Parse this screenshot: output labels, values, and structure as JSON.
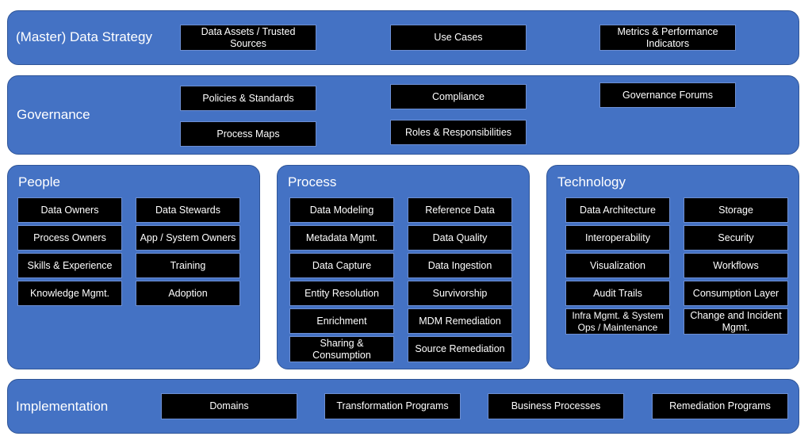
{
  "strategy": {
    "title": "(Master) Data Strategy",
    "items": [
      "Data Assets / Trusted Sources",
      "Use Cases",
      "Metrics & Performance Indicators"
    ]
  },
  "governance": {
    "title": "Governance",
    "items": [
      "Policies & Standards",
      "Process Maps",
      "Compliance",
      "Roles & Responsibilities",
      "Governance Forums"
    ]
  },
  "people": {
    "title": "People",
    "items": [
      "Data Owners",
      "Data Stewards",
      "Process Owners",
      "App / System Owners",
      "Skills & Experience",
      "Training",
      "Knowledge Mgmt.",
      "Adoption"
    ]
  },
  "process": {
    "title": "Process",
    "items": [
      "Data Modeling",
      "Reference Data",
      "Metadata Mgmt.",
      "Data Quality",
      "Data Capture",
      "Data Ingestion",
      "Entity Resolution",
      "Survivorship",
      "Enrichment",
      "MDM Remediation",
      "Sharing & Consumption",
      "Source Remediation"
    ]
  },
  "technology": {
    "title": "Technology",
    "items": [
      "Data Architecture",
      "Storage",
      "Interoperability",
      "Security",
      "Visualization",
      "Workflows",
      "Audit Trails",
      "Consumption Layer",
      "Infra Mgmt. & System Ops / Maintenance",
      "Change and Incident Mgmt."
    ]
  },
  "implementation": {
    "title": "Implementation",
    "items": [
      "Domains",
      "Transformation Programs",
      "Business Processes",
      "Remediation Programs"
    ]
  }
}
